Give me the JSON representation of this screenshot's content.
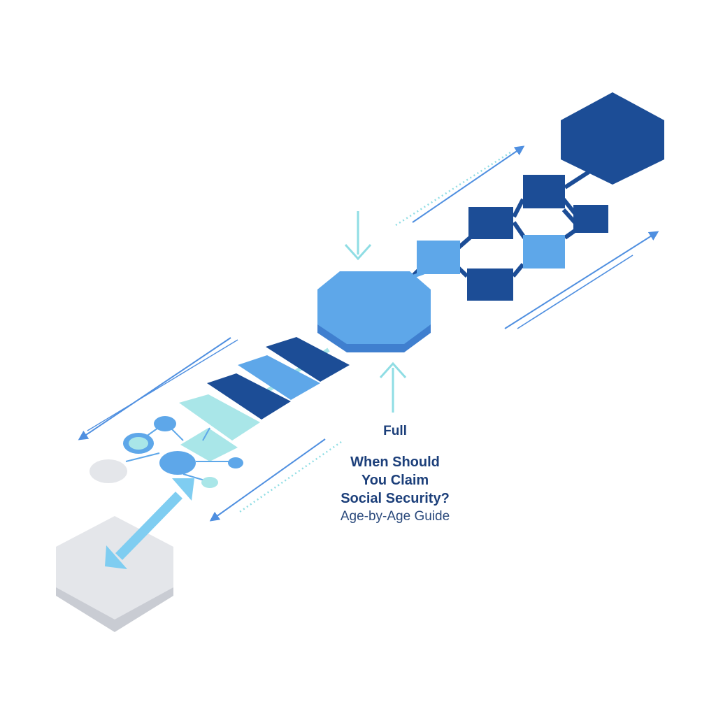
{
  "caption": {
    "top": "Full",
    "title_lines": [
      "When Should",
      "You Claim",
      "Social Security?"
    ],
    "subtitle": "Age-by-Age Guide"
  },
  "colors": {
    "dark_blue": "#1c4d96",
    "mid_blue": "#5ea7e9",
    "light_blue": "#7fcdf1",
    "teal": "#a9e6e8",
    "gray": "#e4e6ea",
    "text": "#1c3f7a"
  }
}
